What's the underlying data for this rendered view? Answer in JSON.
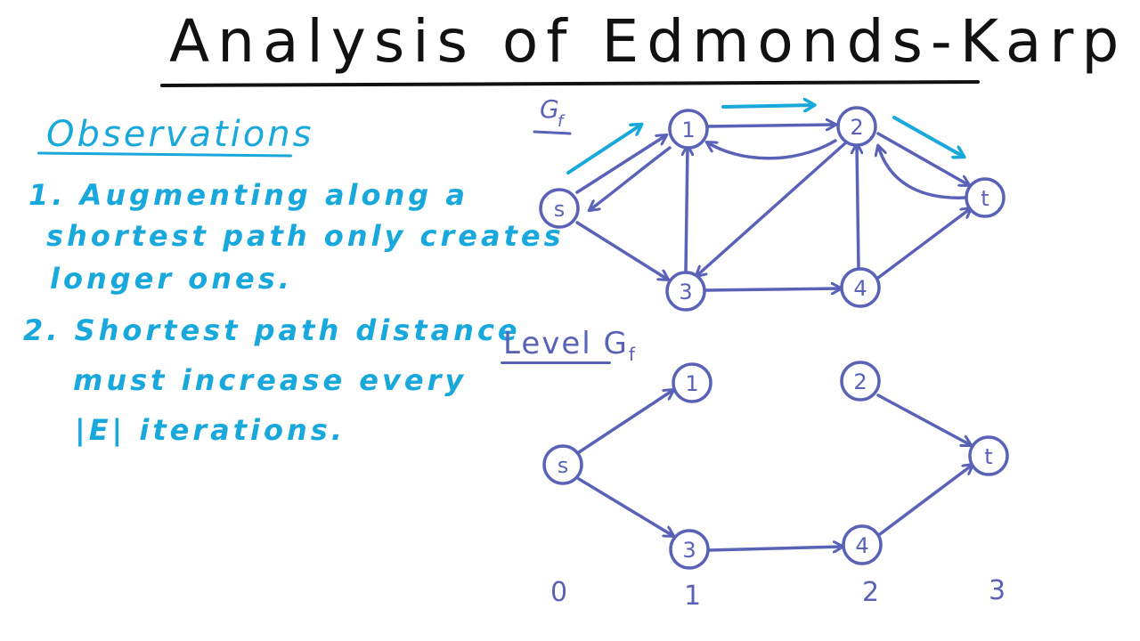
{
  "title": "Analysis of Edmonds-Karp",
  "observations": {
    "heading": "Observations",
    "item1_line1": "1. Augmenting along a",
    "item1_line2": "shortest path only creates",
    "item1_line3": "longer ones.",
    "item2_line1": "2. Shortest path distance",
    "item2_line2": "must increase every",
    "item2_line3": "|E| iterations."
  },
  "residual_graph": {
    "label": "G",
    "label_sub": "f",
    "nodes": [
      "s",
      "1",
      "2",
      "3",
      "4",
      "t"
    ]
  },
  "level_graph": {
    "label": "Level G",
    "label_sub": "f",
    "nodes": [
      "s",
      "1",
      "2",
      "3",
      "4",
      "t"
    ],
    "levels": [
      "0",
      "1",
      "2",
      "3"
    ]
  },
  "colors": {
    "ink": "#111111",
    "highlight": "#19a8dc",
    "graph": "#5a62b8"
  }
}
